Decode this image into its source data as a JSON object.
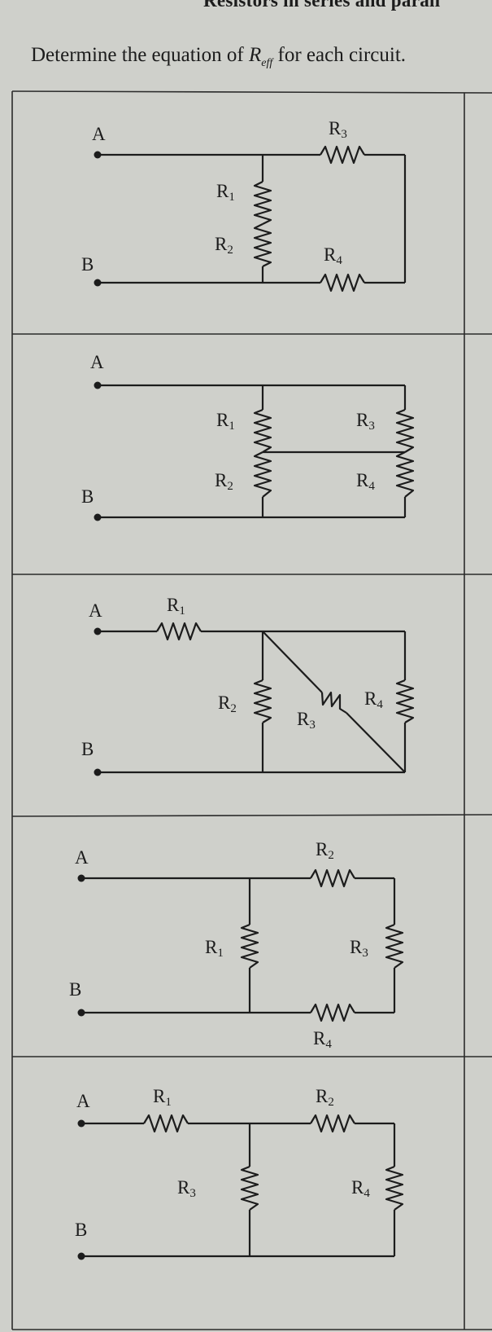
{
  "header": {
    "title": "Resistors in series and parall"
  },
  "instruction": {
    "prefix": "Determine the equation of ",
    "symbol": "R",
    "subscript": "eff",
    "suffix": " for each circuit."
  },
  "circuits": [
    {
      "terminals": [
        "A",
        "B"
      ],
      "resistors": [
        "R1",
        "R2",
        "R3",
        "R4"
      ],
      "labels": {
        "r1": "R",
        "r1_sub": "1",
        "r2": "R",
        "r2_sub": "2",
        "r3": "R",
        "r3_sub": "3",
        "r4": "R",
        "r4_sub": "4"
      }
    },
    {
      "terminals": [
        "A",
        "B"
      ],
      "resistors": [
        "R1",
        "R2",
        "R3",
        "R4"
      ],
      "labels": {
        "r1": "R",
        "r1_sub": "1",
        "r2": "R",
        "r2_sub": "2",
        "r3": "R",
        "r3_sub": "3",
        "r4": "R",
        "r4_sub": "4"
      }
    },
    {
      "terminals": [
        "A",
        "B"
      ],
      "resistors": [
        "R1",
        "R2",
        "R3",
        "R4"
      ],
      "labels": {
        "r1": "R",
        "r1_sub": "1",
        "r2": "R",
        "r2_sub": "2",
        "r3": "R",
        "r3_sub": "3",
        "r4": "R",
        "r4_sub": "4"
      }
    },
    {
      "terminals": [
        "A",
        "B"
      ],
      "resistors": [
        "R1",
        "R2",
        "R3",
        "R4"
      ],
      "labels": {
        "r1": "R",
        "r1_sub": "1",
        "r2": "R",
        "r2_sub": "2",
        "r3": "R",
        "r3_sub": "3",
        "r4": "R",
        "r4_sub": "4"
      }
    },
    {
      "terminals": [
        "A",
        "B"
      ],
      "resistors": [
        "R1",
        "R2",
        "R3",
        "R4"
      ],
      "labels": {
        "r1": "R",
        "r1_sub": "1",
        "r2": "R",
        "r2_sub": "2",
        "r3": "R",
        "r3_sub": "3",
        "r4": "R",
        "r4_sub": "4"
      }
    }
  ],
  "colors": {
    "ink": "#1c1c1c",
    "paper": "#cfd0cb",
    "rule": "#2a2a2a"
  }
}
